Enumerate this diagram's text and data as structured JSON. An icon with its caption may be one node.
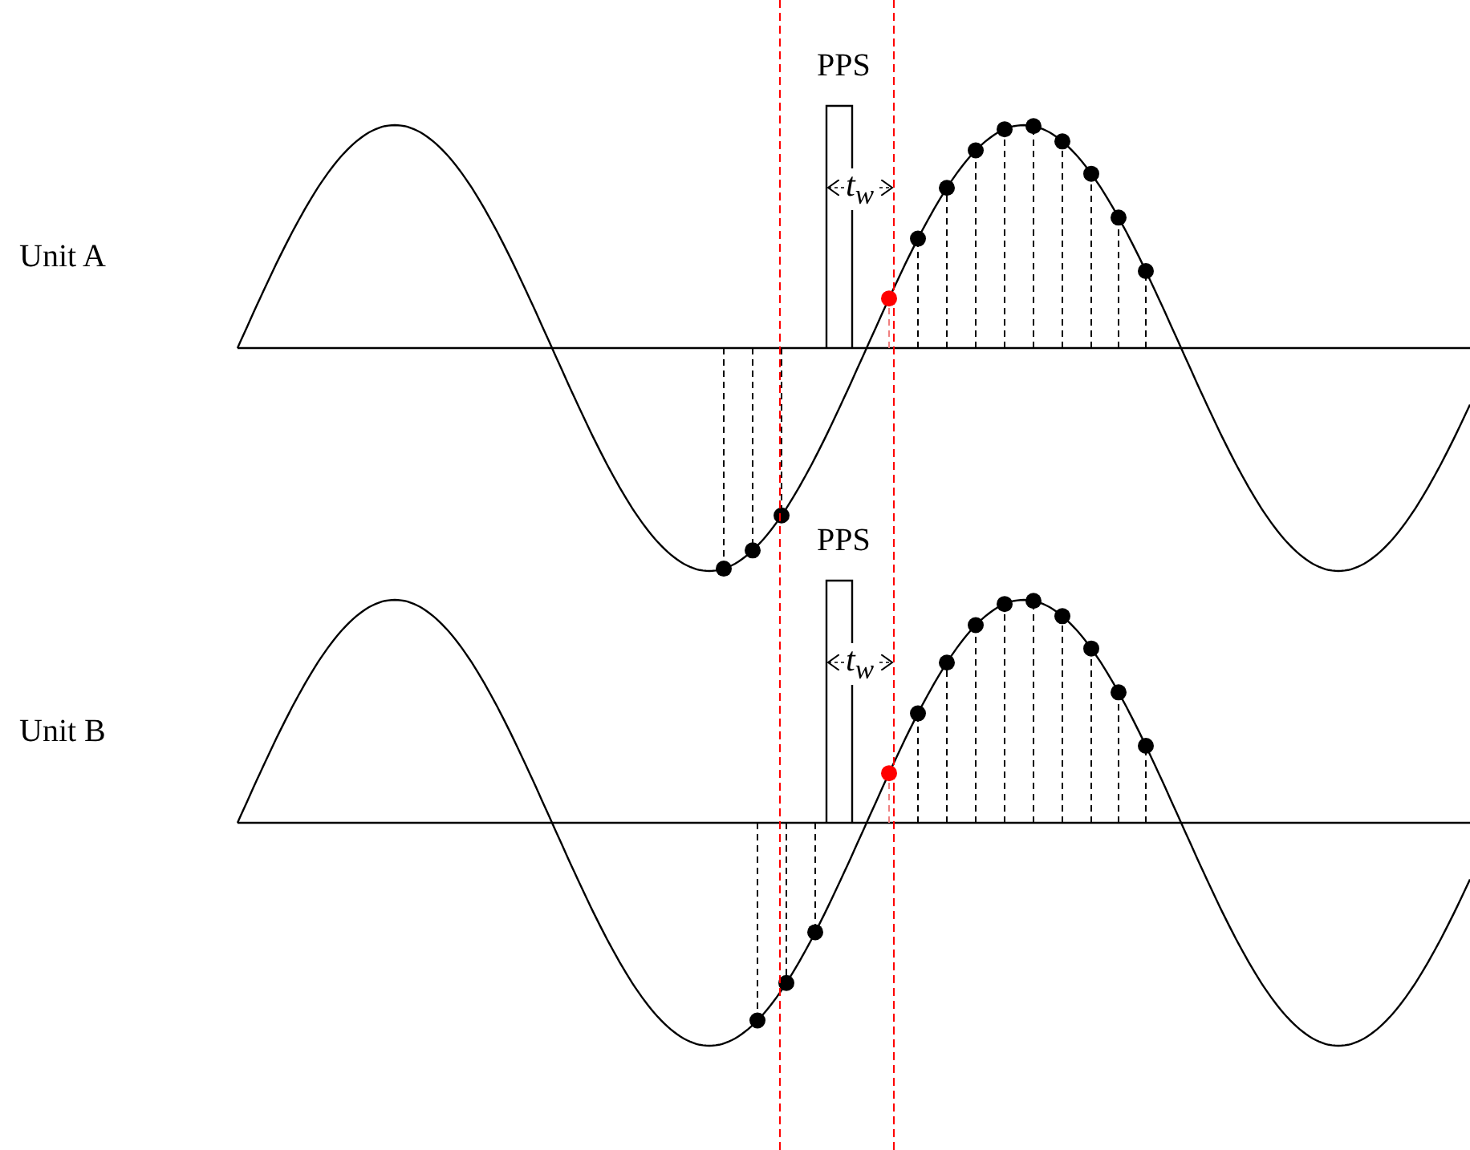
{
  "diagram": {
    "labels": [
      "Unit A",
      "PPS",
      "t$_{w}$",
      "Unit B",
      "PPS",
      "t$_{w}$"
    ]
  }
}
